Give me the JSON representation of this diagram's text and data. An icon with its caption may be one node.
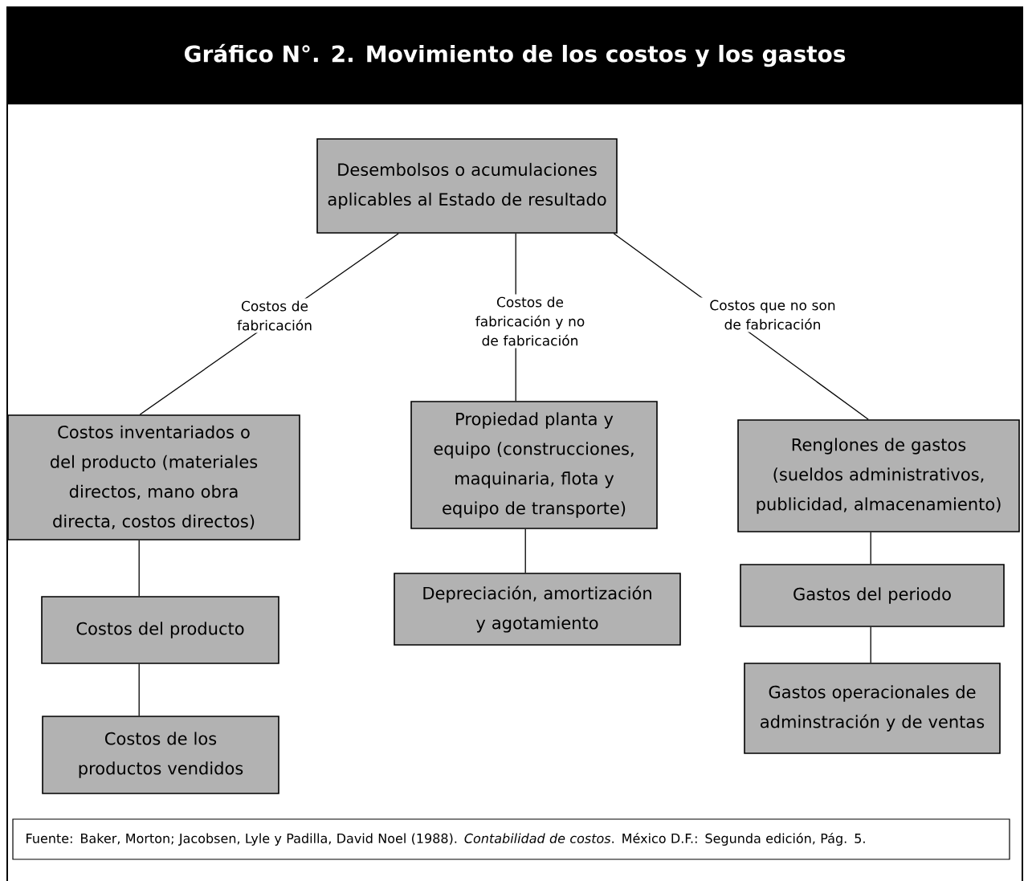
{
  "diagram": {
    "title": "Gráfico N°. 2. Movimiento de los costos y los gastos",
    "nodes": [
      {
        "text": [
          "Desembolsos o acumulaciones aplicables al Estado de resultado"
        ]
      },
      {
        "text": [
          "Costos inventariados o del producto (materiales directos, mano obra directa, costos directos)"
        ]
      },
      {
        "text": [
          "Costos del producto"
        ]
      },
      {
        "text": [
          "Costos de los productos vendidos"
        ]
      },
      {
        "text": [
          "Propiedad planta y equipo (construcciones, maquinaria, flota y equipo de transporte)"
        ]
      },
      {
        "text": [
          "Depreciación, amortización y agotamiento"
        ]
      },
      {
        "text": [
          "Renglones de gastos (sueldos administrativos, publicidad, almacenamiento)"
        ]
      },
      {
        "text": [
          "Gastos del periodo"
        ]
      },
      {
        "text": [
          "Gastos operacionales de adminstración y de ventas"
        ]
      },
      {
        "text": [
          "Fuente: Baker, Morton; Jacobsen, Lyle y Padilla, David Noel (1988). *Contabilidad de costos*. México D.F.: Segunda edición, Pág. 5."
        ]
      }
    ],
    "edges": [
      {
        "from": 0,
        "to": 1,
        "arrow": "none",
        "label": "Costos de fabricación"
      },
      {
        "from": 0,
        "to": 4,
        "arrow": "none",
        "label": "Costos de fabricación y no de fabricación"
      },
      {
        "from": 0,
        "to": 6,
        "arrow": "none",
        "label": "Costos que no son de fabricación"
      },
      {
        "from": 1,
        "to": 2,
        "arrow": "none"
      },
      {
        "from": 2,
        "to": 3,
        "arrow": "none"
      },
      {
        "from": 4,
        "to": 5,
        "arrow": "none"
      },
      {
        "from": 6,
        "to": 7,
        "arrow": "none"
      },
      {
        "from": 7,
        "to": 8,
        "arrow": "none"
      }
    ]
  }
}
